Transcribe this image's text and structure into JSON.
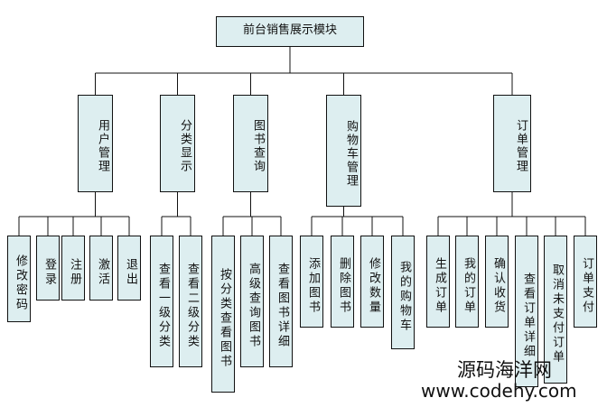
{
  "diagram": {
    "root": "前台销售展示模块",
    "children": [
      {
        "label": "用户管理",
        "leaves": [
          "修改密码",
          "登录",
          "注册",
          "激活",
          "退出"
        ]
      },
      {
        "label": "分类显示",
        "leaves": [
          "查看一级分类",
          "查看二级分类"
        ]
      },
      {
        "label": "图书查询",
        "leaves": [
          "按分类查看图书",
          "高级查询图书",
          "查看图书详细"
        ]
      },
      {
        "label": "购物车管理",
        "leaves": [
          "添加图书",
          "删除图书",
          "修改数量",
          "我的购物车"
        ]
      },
      {
        "label": "订单管理",
        "leaves": [
          "生成订单",
          "我的订单",
          "确认收货",
          "查看订单详细",
          "取消未支付订单",
          "订单支付"
        ]
      }
    ]
  },
  "watermark": {
    "line1": "源码海洋网",
    "line2": "www.codehy.com"
  }
}
